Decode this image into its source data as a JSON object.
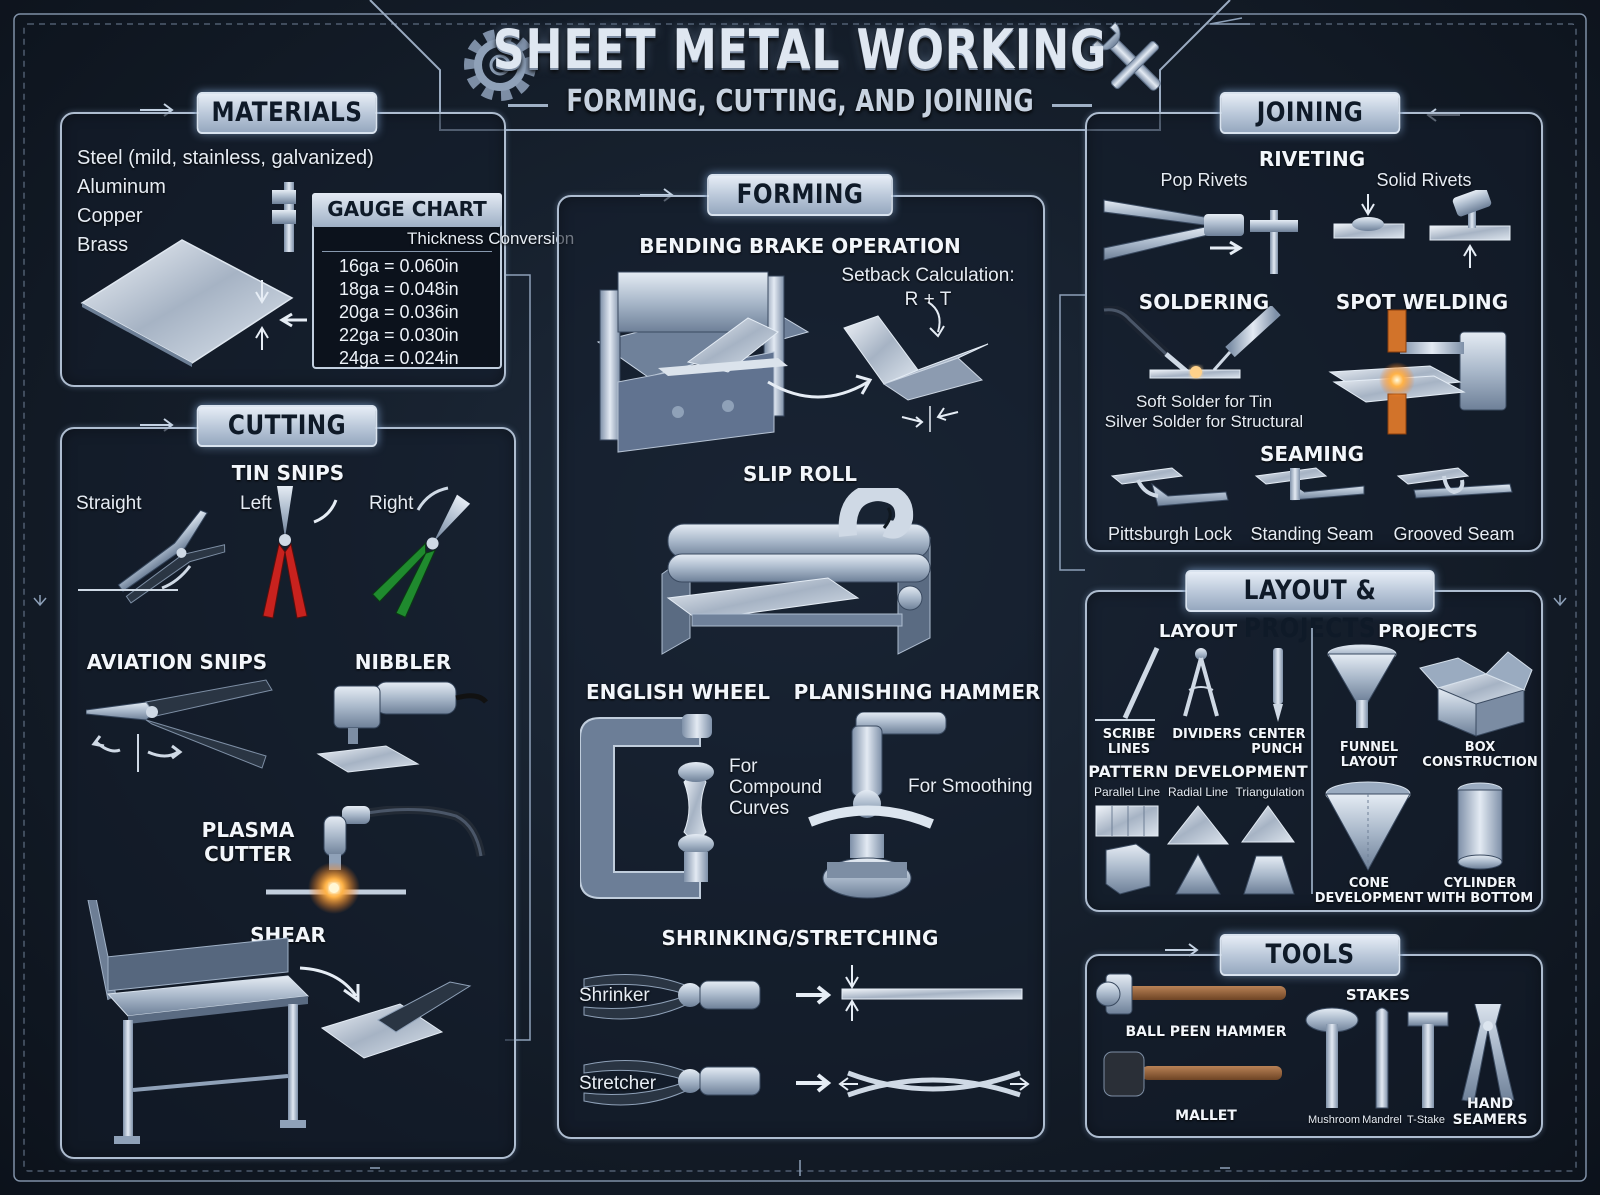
{
  "header": {
    "title": "SHEET METAL WORKING",
    "subtitle": "FORMING, CUTTING, AND JOINING"
  },
  "materials": {
    "heading": "MATERIALS",
    "items": [
      "Steel (mild, stainless, galvanized)",
      "Aluminum",
      "Copper",
      "Brass"
    ],
    "gauge_chart": {
      "title": "GAUGE CHART",
      "subtitle": "Thickness Conversion",
      "rows": [
        "16ga = 0.060in",
        "18ga = 0.048in",
        "20ga = 0.036in",
        "22ga = 0.030in",
        "24ga = 0.024in"
      ]
    }
  },
  "cutting": {
    "heading": "CUTTING",
    "tin_snips": "TIN SNIPS",
    "straight": "Straight",
    "left": "Left",
    "right": "Right",
    "aviation_snips": "AVIATION SNIPS",
    "nibbler": "NIBBLER",
    "plasma_cutter_1": "PLASMA",
    "plasma_cutter_2": "CUTTER",
    "shear": "SHEAR"
  },
  "forming": {
    "heading": "FORMING",
    "bending_brake": "BENDING BRAKE OPERATION",
    "setback_1": "Setback Calculation:",
    "setback_2": "R + T",
    "slip_roll": "SLIP ROLL",
    "english_wheel": "ENGLISH WHEEL",
    "english_wheel_note_1": "For",
    "english_wheel_note_2": "Compound",
    "english_wheel_note_3": "Curves",
    "planishing_hammer": "PLANISHING HAMMER",
    "planishing_note": "For Smoothing",
    "shrinking_stretching": "SHRINKING/STRETCHING",
    "shrinker": "Shrinker",
    "stretcher": "Stretcher"
  },
  "joining": {
    "heading": "JOINING",
    "riveting": "RIVETING",
    "pop_rivets": "Pop Rivets",
    "solid_rivets": "Solid Rivets",
    "soldering": "SOLDERING",
    "spot_welding": "SPOT WELDING",
    "solder_note_1": "Soft Solder for Tin",
    "solder_note_2": "Silver Solder for Structural",
    "seaming": "SEAMING",
    "seams": [
      "Pittsburgh Lock",
      "Standing Seam",
      "Grooved Seam"
    ]
  },
  "layout_projects": {
    "heading": "LAYOUT & PROJECTS",
    "layout": "LAYOUT",
    "projects": "PROJECTS",
    "scribe_1": "SCRIBE",
    "scribe_2": "LINES",
    "dividers": "DIVIDERS",
    "center_1": "CENTER",
    "center_2": "PUNCH",
    "pattern_development": "PATTERN DEVELOPMENT",
    "parallel_line": "Parallel Line",
    "radial_line": "Radial Line",
    "triangulation": "Triangulation",
    "funnel_1": "FUNNEL",
    "funnel_2": "LAYOUT",
    "box_1": "BOX",
    "box_2": "CONSTRUCTION",
    "cone_1": "CONE",
    "cone_2": "DEVELOPMENT",
    "cyl_1": "CYLINDER",
    "cyl_2": "WITH BOTTOM"
  },
  "tools": {
    "heading": "TOOLS",
    "ball_peen": "BALL PEEN HAMMER",
    "mallet": "MALLET",
    "stakes": "STAKES",
    "mushroom": "Mushroom",
    "mandrel": "Mandrel",
    "tstake": "T-Stake",
    "hand_seamers_1": "HAND",
    "hand_seamers_2": "SEAMERS"
  },
  "colors": {
    "background": "#141d29",
    "panel_border": "#aebdd0",
    "tab_fill": "#c8d4e3",
    "metal": "#b8c4d2",
    "spark": "#ff9a2e",
    "handle_red": "#c8221e",
    "handle_green": "#1f8a2e",
    "wood": "#8a5a34"
  }
}
